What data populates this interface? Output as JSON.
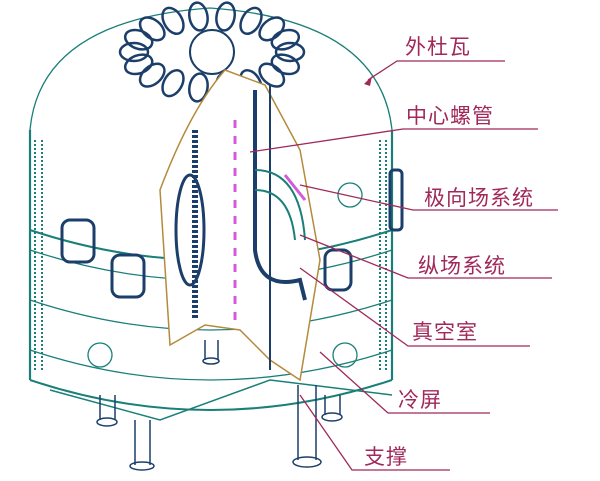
{
  "diagram": {
    "subject": "tokamak",
    "colors": {
      "structure": "#1a7f78",
      "dark_structure": "#1b3f6a",
      "cutaway": "#b48a3c",
      "coil_highlight": "#d35ad8",
      "label": "#a0285a"
    },
    "labels": [
      {
        "id": "outer-dewar",
        "text": "外杜瓦"
      },
      {
        "id": "central-solenoid",
        "text": "中心螺管"
      },
      {
        "id": "poloidal-field-system",
        "text": "极向场系统"
      },
      {
        "id": "toroidal-field-system",
        "text": "纵场系统"
      },
      {
        "id": "vacuum-vessel",
        "text": "真空室"
      },
      {
        "id": "thermal-shield",
        "text": "冷屏"
      },
      {
        "id": "support",
        "text": "支撑"
      }
    ]
  }
}
